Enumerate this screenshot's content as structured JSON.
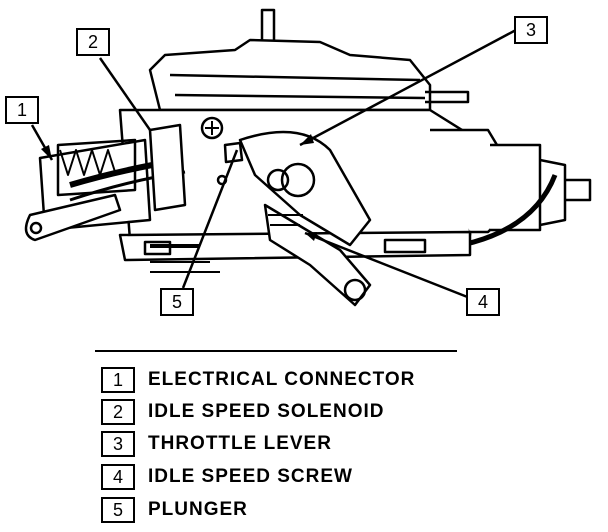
{
  "callouts": [
    "1",
    "2",
    "3",
    "4",
    "5"
  ],
  "legend": [
    {
      "num": "1",
      "label": "ELECTRICAL CONNECTOR"
    },
    {
      "num": "2",
      "label": "IDLE SPEED SOLENOID"
    },
    {
      "num": "3",
      "label": "THROTTLE LEVER"
    },
    {
      "num": "4",
      "label": "IDLE SPEED SCREW"
    },
    {
      "num": "5",
      "label": "PLUNGER"
    }
  ]
}
